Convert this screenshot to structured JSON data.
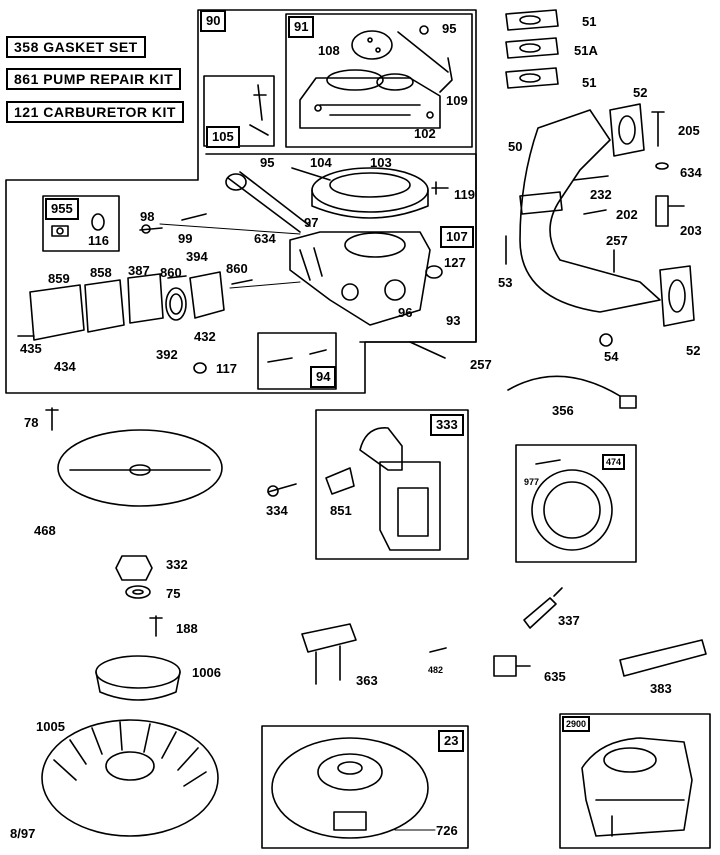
{
  "kits": [
    {
      "id": "358",
      "label": "358  GASKET SET"
    },
    {
      "id": "861",
      "label": "861  PUMP REPAIR KIT"
    },
    {
      "id": "121",
      "label": "121  CARBURETOR KIT"
    }
  ],
  "box_numbers": {
    "b90": "90",
    "b91": "91",
    "b105": "105",
    "b955": "955",
    "b107": "107",
    "b94": "94",
    "b333": "333",
    "b474": "474",
    "b23": "23",
    "b2900": "2900"
  },
  "labels": {
    "p95a": "95",
    "p108": "108",
    "p109": "109",
    "p102": "102",
    "p51a": "51",
    "p51A": "51A",
    "p51b": "51",
    "p52a": "52",
    "p205": "205",
    "p50": "50",
    "p634b": "634",
    "p232": "232",
    "p202": "202",
    "p203": "203",
    "p257b": "257",
    "p53": "53",
    "p52b": "52",
    "p54": "54",
    "p356": "356",
    "p95b": "95",
    "p104": "104",
    "p103": "103",
    "p119": "119",
    "p97": "97",
    "p98": "98",
    "p99": "99",
    "p634a": "634",
    "p116": "116",
    "p127": "127",
    "p96": "96",
    "p93": "93",
    "p257a": "257",
    "p859": "859",
    "p858": "858",
    "p387": "387",
    "p860a": "860",
    "p394": "394",
    "p860b": "860",
    "p432": "432",
    "p392": "392",
    "p435": "435",
    "p434": "434",
    "p117": "117",
    "p78": "78",
    "p468": "468",
    "p334": "334",
    "p851": "851",
    "p977": "977",
    "p332": "332",
    "p75": "75",
    "p188": "188",
    "p1006": "1006",
    "p337": "337",
    "p363": "363",
    "p482": "482",
    "p635": "635",
    "p383": "383",
    "p1005": "1005",
    "p726": "726"
  },
  "footer": "8/97"
}
